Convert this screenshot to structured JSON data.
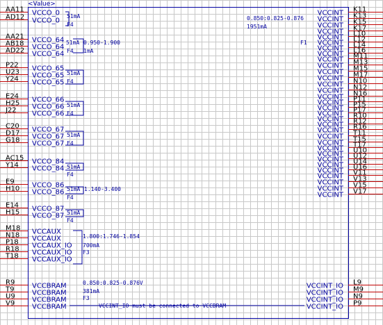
{
  "value_label": "<Value>",
  "left_pins": [
    {
      "num": "AA11",
      "name": "VCCO_0"
    },
    {
      "num": "AD12",
      "name": "VCCO_0"
    },
    {
      "num": "AA21",
      "name": "VCCO_64"
    },
    {
      "num": "AB18",
      "name": "VCCO_64"
    },
    {
      "num": "AD22",
      "name": "VCCO_64"
    },
    {
      "num": "P22",
      "name": "VCCO_65"
    },
    {
      "num": "U23",
      "name": "VCCO_65"
    },
    {
      "num": "Y24",
      "name": "VCCO_65"
    },
    {
      "num": "E24",
      "name": "VCCO_66"
    },
    {
      "num": "H25",
      "name": "VCCO_66"
    },
    {
      "num": "J22",
      "name": "VCCO_66"
    },
    {
      "num": "C20",
      "name": "VCCO_67"
    },
    {
      "num": "D17",
      "name": "VCCO_67"
    },
    {
      "num": "G18",
      "name": "VCCO_67"
    },
    {
      "num": "AC15",
      "name": "VCCO_84"
    },
    {
      "num": "Y14",
      "name": "VCCO_84"
    },
    {
      "num": "E9",
      "name": "VCCO_86"
    },
    {
      "num": "H10",
      "name": "VCCO_86"
    },
    {
      "num": "E14",
      "name": "VCCO_87"
    },
    {
      "num": "H15",
      "name": "VCCO_87"
    },
    {
      "num": "M18",
      "name": "VCCAUX"
    },
    {
      "num": "N18",
      "name": "VCCAUX"
    },
    {
      "num": "P18",
      "name": "VCCAUX_IO"
    },
    {
      "num": "R18",
      "name": "VCCAUX_IO"
    },
    {
      "num": "T18",
      "name": "VCCAUX_IO"
    },
    {
      "num": "R9",
      "name": "VCCBRAM"
    },
    {
      "num": "T9",
      "name": "VCCBRAM"
    },
    {
      "num": "U9",
      "name": "VCCBRAM"
    },
    {
      "num": "V9",
      "name": "VCCBRAM"
    }
  ],
  "right_pins": [
    {
      "num": "K11",
      "name": "VCCINT"
    },
    {
      "num": "K13",
      "name": "VCCINT"
    },
    {
      "num": "K15",
      "name": "VCCINT"
    },
    {
      "num": "K17",
      "name": "VCCINT"
    },
    {
      "num": "L10",
      "name": "VCCINT"
    },
    {
      "num": "L12",
      "name": "VCCINT"
    },
    {
      "num": "L14",
      "name": "VCCINT"
    },
    {
      "num": "L16",
      "name": "VCCINT"
    },
    {
      "num": "M11",
      "name": "VCCINT"
    },
    {
      "num": "M13",
      "name": "VCCINT"
    },
    {
      "num": "M15",
      "name": "VCCINT"
    },
    {
      "num": "M17",
      "name": "VCCINT"
    },
    {
      "num": "N10",
      "name": "VCCINT"
    },
    {
      "num": "N12",
      "name": "VCCINT"
    },
    {
      "num": "N16",
      "name": "VCCINT"
    },
    {
      "num": "P11",
      "name": "VCCINT"
    },
    {
      "num": "P15",
      "name": "VCCINT"
    },
    {
      "num": "P17",
      "name": "VCCINT"
    },
    {
      "num": "R10",
      "name": "VCCINT"
    },
    {
      "num": "R12",
      "name": "VCCINT"
    },
    {
      "num": "R16",
      "name": "VCCINT"
    },
    {
      "num": "T11",
      "name": "VCCINT"
    },
    {
      "num": "T15",
      "name": "VCCINT"
    },
    {
      "num": "T17",
      "name": "VCCINT"
    },
    {
      "num": "U10",
      "name": "VCCINT"
    },
    {
      "num": "U12",
      "name": "VCCINT"
    },
    {
      "num": "U14",
      "name": "VCCINT"
    },
    {
      "num": "U16",
      "name": "VCCINT"
    },
    {
      "num": "V11",
      "name": "VCCINT"
    },
    {
      "num": "V13",
      "name": "VCCINT"
    },
    {
      "num": "V15",
      "name": "VCCINT"
    },
    {
      "num": "V17",
      "name": "VCCINT"
    },
    {
      "num": "L9",
      "name": "VCCINT_IO"
    },
    {
      "num": "M9",
      "name": "VCCINT_IO"
    },
    {
      "num": "N9",
      "name": "VCCINT_IO"
    },
    {
      "num": "P9",
      "name": "VCCINT_IO"
    }
  ],
  "annotations": {
    "vcco0_current": "51mA",
    "vcco0_code": "F4",
    "vccint_voltage": "0.850:0.825-0.876",
    "vccint_current": "1951mA",
    "vccint_code": "F1",
    "vcco64_current": "51mA",
    "vcco64_voltage": "0.950-1.900",
    "vcco64_code": "F4",
    "vcco64_current2": "1mA",
    "vcco65_current": "51mA",
    "vcco65_code": "F4",
    "vcco66_current": "51mA",
    "vcco66_code": "F4",
    "vcco67_current": "51mA",
    "vcco67_code": "F4",
    "vcco84_current": "51mA",
    "vcco84_code": "F4",
    "vcco86_current": "51mA",
    "vcco86_voltage": "1.140-3.400",
    "vcco86_code": "F4",
    "vcco87_current": "51mA",
    "vcco87_code": "F4",
    "vccaux_voltage": "1.800:1.746-1.854",
    "vccaux_current": "700mA",
    "vccaux_code": "F3",
    "vccbram_voltage": "0.850:0.825-0.876V",
    "vccbram_current": "381mA",
    "vccbram_code": "F3",
    "vccint_note": "VCCINT_IO must be connected to VCCBRAM"
  }
}
